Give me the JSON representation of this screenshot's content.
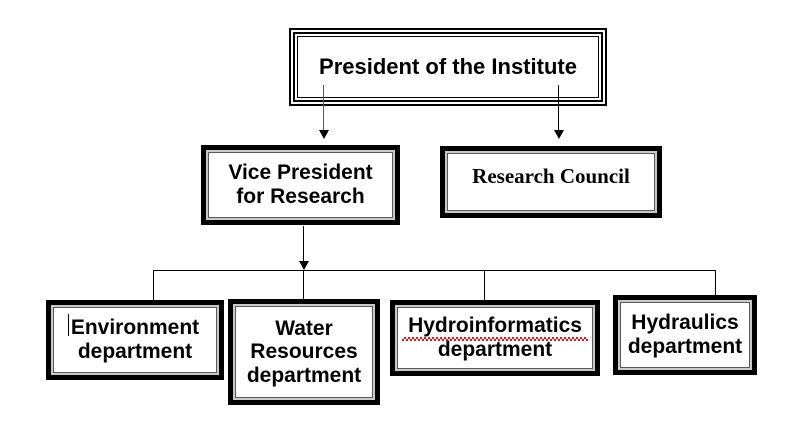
{
  "diagram": {
    "type": "organization-chart",
    "title": "Institute research organisation chart",
    "background_color": "#ffffff",
    "line_color": "#000000",
    "spellcheck_underline_color": "#e81313",
    "nodes": [
      {
        "id": "president",
        "label": "President of the Institute",
        "level": 0,
        "font": "sans",
        "frame": "triple"
      },
      {
        "id": "vice-president-research",
        "label": "Vice President\nfor Research",
        "level": 1,
        "font": "sans",
        "frame": "heavy"
      },
      {
        "id": "research-council",
        "label": "Research Council",
        "level": 1,
        "font": "serif",
        "frame": "heavy"
      },
      {
        "id": "environment-department",
        "label": "Environment\ndepartment",
        "level": 2,
        "font": "sans",
        "frame": "heavy"
      },
      {
        "id": "water-resources-department",
        "label": "Water\nResources\ndepartment",
        "level": 2,
        "font": "sans",
        "frame": "heavy"
      },
      {
        "id": "hydroinformatics-department",
        "label": "Hydroinformatics\ndepartment",
        "level": 2,
        "font": "sans",
        "frame": "heavy",
        "spellcheck_flagged_word": "Hydroinformatics"
      },
      {
        "id": "hydraulics-department",
        "label": "Hydraulics\ndepartment",
        "level": 2,
        "font": "sans",
        "frame": "heavy"
      }
    ],
    "edges": [
      {
        "from": "president",
        "to": "vice-president-research",
        "style": "arrow"
      },
      {
        "from": "president",
        "to": "research-council",
        "style": "arrow"
      },
      {
        "from": "vice-president-research",
        "to": "environment-department",
        "style": "bus"
      },
      {
        "from": "vice-president-research",
        "to": "water-resources-department",
        "style": "bus"
      },
      {
        "from": "vice-president-research",
        "to": "hydroinformatics-department",
        "style": "bus"
      },
      {
        "from": "vice-president-research",
        "to": "hydraulics-department",
        "style": "bus"
      }
    ]
  }
}
